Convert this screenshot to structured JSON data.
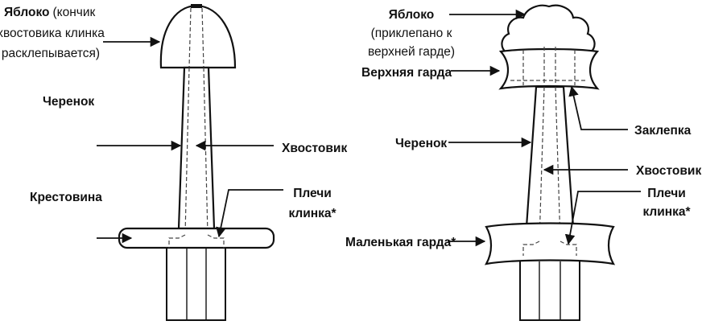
{
  "left_sword": {
    "pommel_label": [
      "Яблоко",
      "(кончик",
      "хвостовика клинка",
      "расклепывается)"
    ],
    "grip_label": "Черенок",
    "tang_label": "Хвостовик",
    "crossguard_label": "Крестовина",
    "shoulders_label": [
      "Плечи",
      "клинка*"
    ]
  },
  "right_sword": {
    "pommel_label": [
      "Яблоко",
      "(приклепано к",
      "верхней гарде)"
    ],
    "upper_guard_label": "Верхняя гарда",
    "rivet_label": "Заклепка",
    "grip_label": "Черенок",
    "tang_label": "Хвостовик",
    "shoulders_label": [
      "Плечи",
      "клинка*"
    ],
    "lower_guard_label": "Маленькая гарда*"
  }
}
